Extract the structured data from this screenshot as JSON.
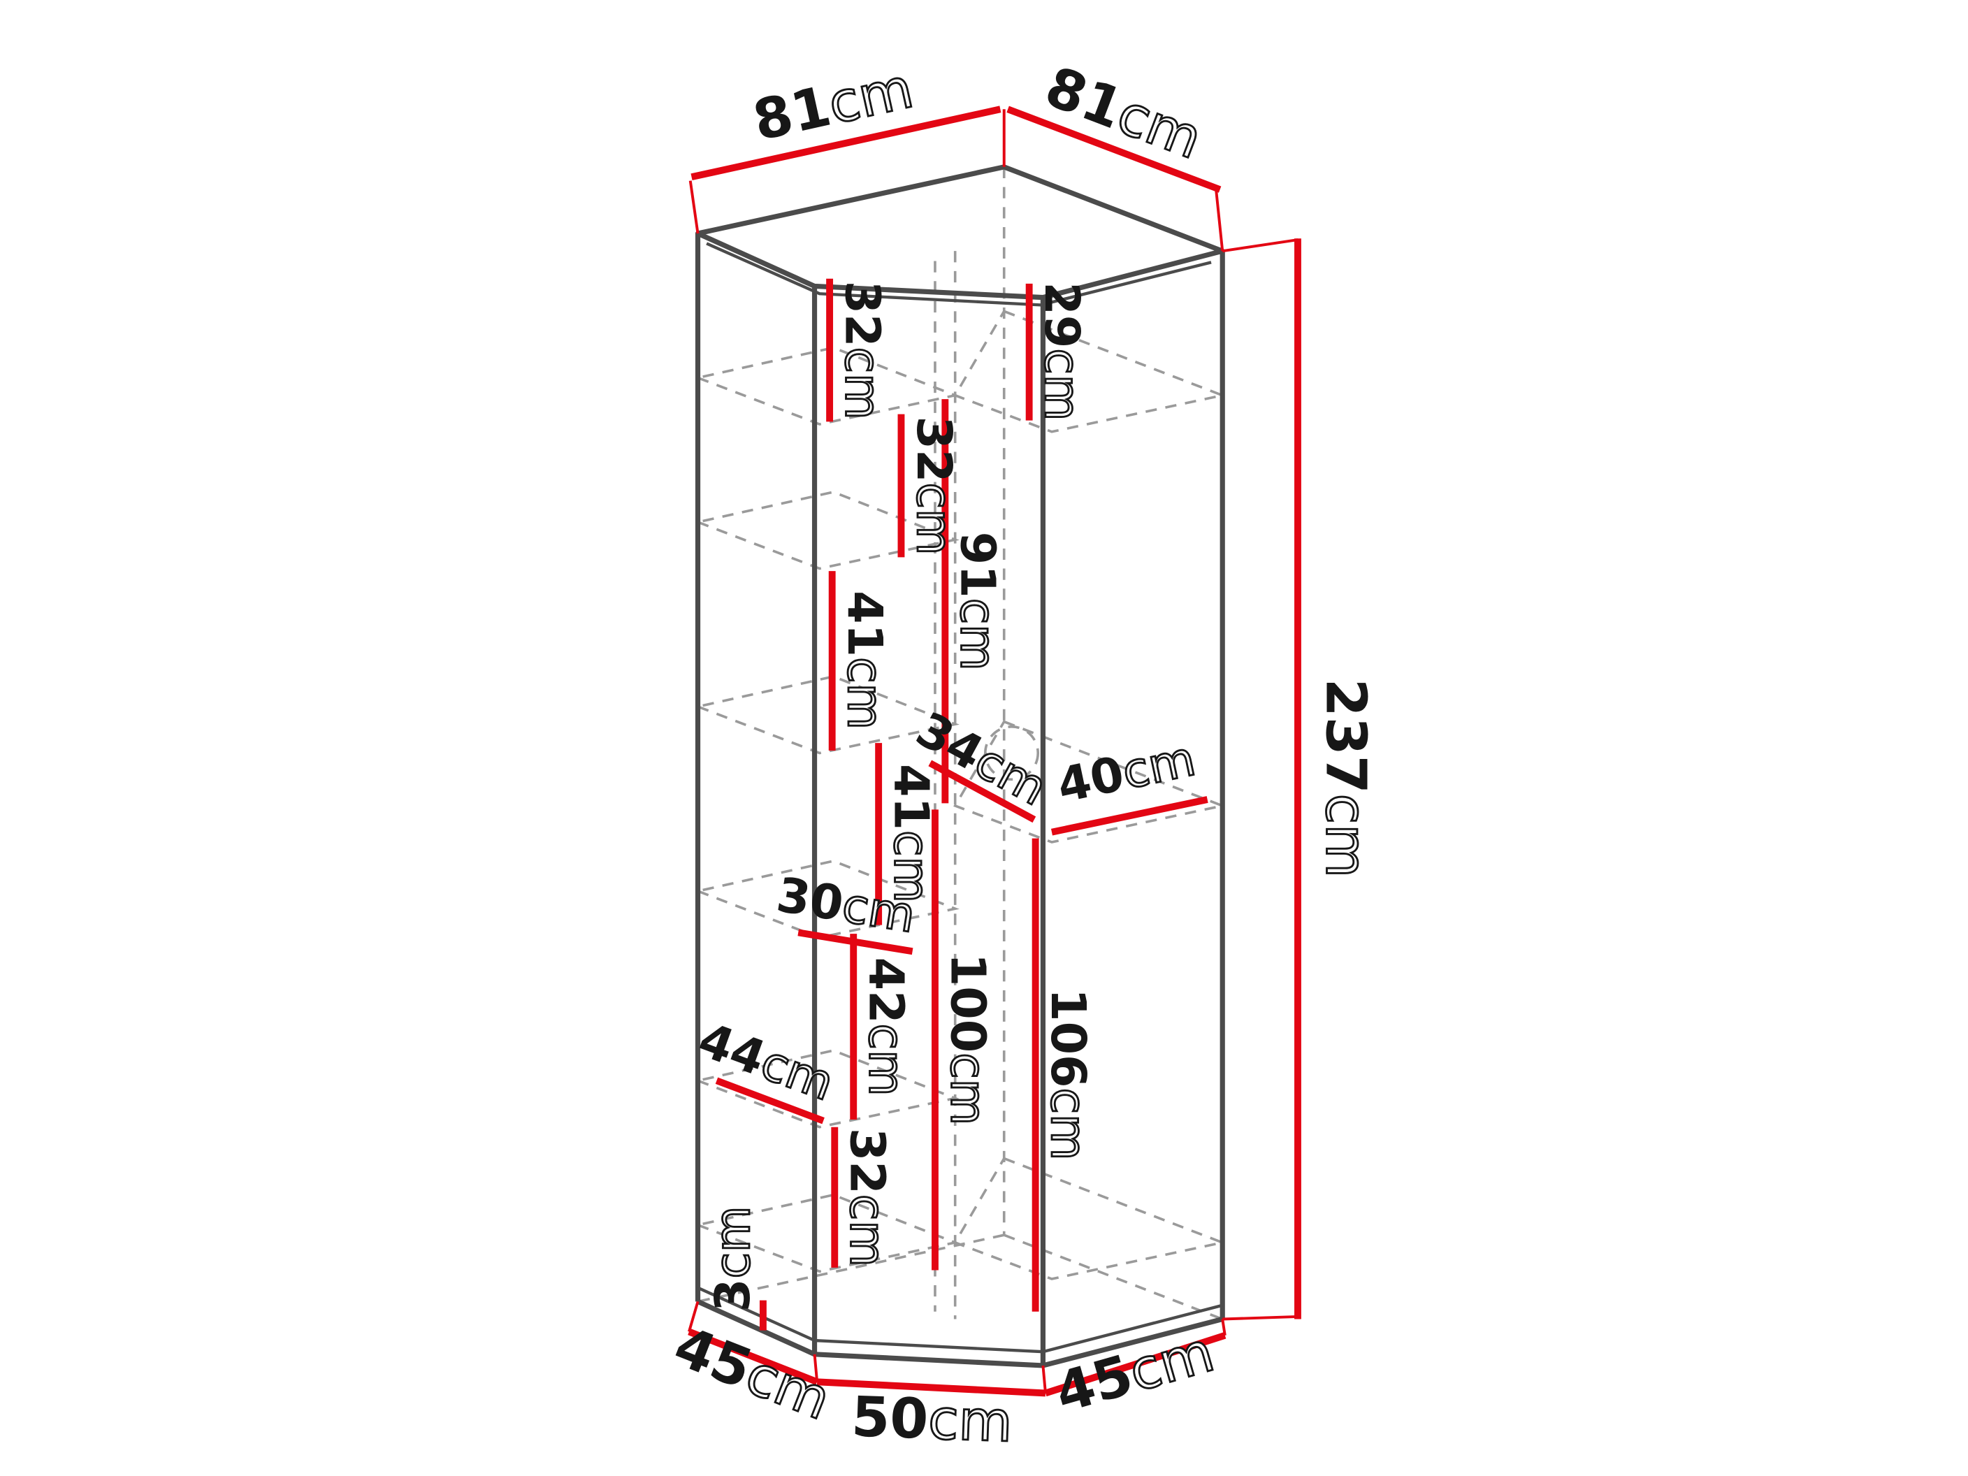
{
  "diagram": {
    "type": "furniture-dimension-diagram",
    "subject": "corner-wardrobe",
    "colors": {
      "dimension_accent": "#e30613",
      "cabinet_outline": "#4b4b4b",
      "hidden_lines": "#9a9a9a",
      "label_text": "#171717",
      "background": "#ffffff"
    },
    "dimensions": {
      "top_left_width": {
        "value": "81",
        "unit": "cm"
      },
      "top_right_width": {
        "value": "81",
        "unit": "cm"
      },
      "total_height": {
        "value": "237",
        "unit": "cm"
      },
      "left_top_gap": {
        "value": "32",
        "unit": "cm"
      },
      "right_top_gap": {
        "value": "29",
        "unit": "cm"
      },
      "left_shelf_gap_2": {
        "value": "32",
        "unit": "cm"
      },
      "hanging_upper": {
        "value": "91",
        "unit": "cm"
      },
      "left_shelf_gap_3": {
        "value": "41",
        "unit": "cm"
      },
      "mid_shelf_depth": {
        "value": "34",
        "unit": "cm"
      },
      "mid_shelf_width": {
        "value": "40",
        "unit": "cm"
      },
      "left_shelf_gap_4": {
        "value": "41",
        "unit": "cm"
      },
      "shelf_depth_upper": {
        "value": "30",
        "unit": "cm"
      },
      "left_shelf_gap_5": {
        "value": "42",
        "unit": "cm"
      },
      "hanging_lower_left": {
        "value": "100",
        "unit": "cm"
      },
      "hanging_lower_right": {
        "value": "106",
        "unit": "cm"
      },
      "shelf_depth_lower": {
        "value": "44",
        "unit": "cm"
      },
      "left_shelf_gap_6": {
        "value": "32",
        "unit": "cm"
      },
      "plinth_height": {
        "value": "3",
        "unit": "cm"
      },
      "base_left_width": {
        "value": "45",
        "unit": "cm"
      },
      "base_front_width": {
        "value": "50",
        "unit": "cm"
      },
      "base_right_width": {
        "value": "45",
        "unit": "cm"
      }
    }
  }
}
